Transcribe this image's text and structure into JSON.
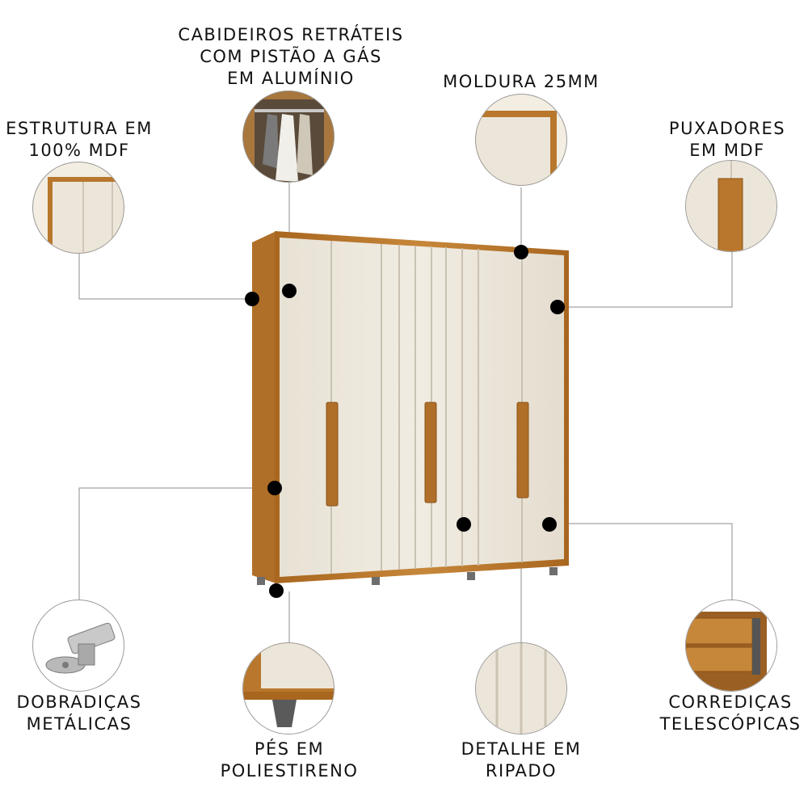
{
  "callouts": {
    "cabideiros": [
      "CABIDEIROS RETRÁTEIS",
      "COM PISTÃO A GÁS",
      "EM ALUMÍNIO"
    ],
    "moldura": [
      "MOLDURA 25MM"
    ],
    "estrutura": [
      "ESTRUTURA EM",
      "100% MDF"
    ],
    "puxadores": [
      "PUXADORES",
      "EM MDF"
    ],
    "dobradicas": [
      "DOBRADIÇAS",
      "METÁLICAS"
    ],
    "pes": [
      "PÉS EM",
      "POLIESTIRENO"
    ],
    "ripado": [
      "DETALHE EM",
      "RIPADO"
    ],
    "corredicas": [
      "CORREDIÇAS",
      "TELESCÓPICAS"
    ]
  },
  "colors": {
    "wood": "#b8772c",
    "cream": "#ece6da",
    "leader": "#8a8a8a"
  }
}
